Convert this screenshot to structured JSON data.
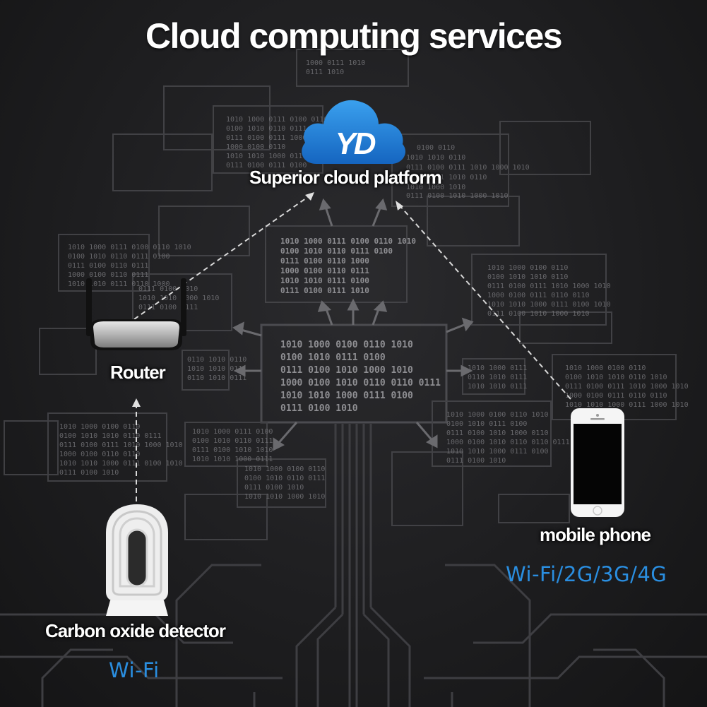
{
  "title": "Cloud computing services",
  "nodes": {
    "cloud": {
      "label": "Superior cloud platform",
      "logo_text": "YD"
    },
    "router": {
      "label": "Router"
    },
    "detector": {
      "label": "Carbon oxide detector",
      "connectivity": "Wi-Fi"
    },
    "phone": {
      "label": "mobile phone",
      "connectivity": "Wi-Fi/2G/3G/4G"
    }
  },
  "colors": {
    "background": "#1c1c1e",
    "cloud_blue": "#1e7fd8",
    "connectivity_text": "#2a8ee0",
    "label_text": "#ffffff"
  }
}
